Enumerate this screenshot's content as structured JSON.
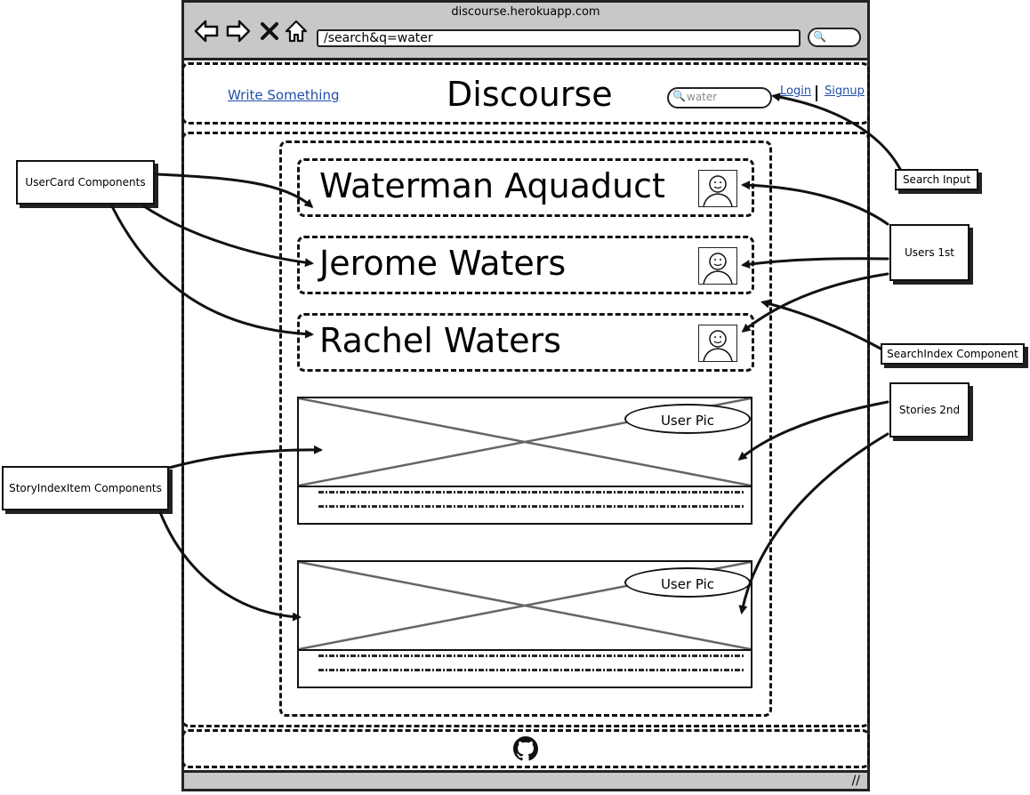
{
  "browser": {
    "title": "discourse.herokuapp.com",
    "url": "/search&q=water"
  },
  "header": {
    "write_link": "Write Something",
    "brand": "Discourse",
    "search_value": "water",
    "login": "Login",
    "signup": "Signup"
  },
  "users": [
    {
      "name": "Waterman Aquaduct"
    },
    {
      "name": "Jerome Waters"
    },
    {
      "name": "Rachel Waters"
    }
  ],
  "stories": [
    {
      "user_pic_label": "User Pic"
    },
    {
      "user_pic_label": "User Pic"
    }
  ],
  "annotations": {
    "usercard": "UserCard Components",
    "storyindexitem": "StoryIndexItem Components",
    "search_input": "Search Input",
    "users_first": "Users 1st",
    "searchindex": "SearchIndex Component",
    "stories_second": "Stories 2nd"
  },
  "icons": [
    "back-arrow-icon",
    "forward-arrow-icon",
    "close-icon",
    "home-icon",
    "search-icon",
    "avatar-icon",
    "github-icon",
    "resize-grip-icon"
  ]
}
